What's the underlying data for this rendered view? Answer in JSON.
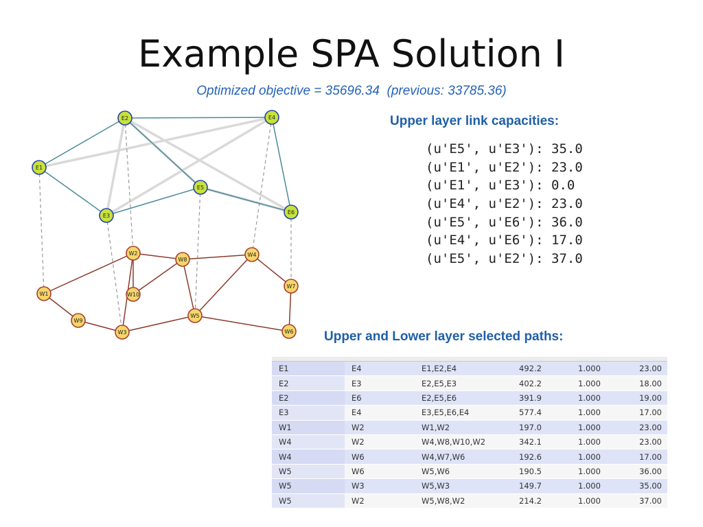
{
  "slide": {
    "title": "Example SPA Solution I",
    "subtitle": "Optimized objective = 35696.34  (previous: 33785.36)"
  },
  "network": {
    "upper_nodes": [
      "E1",
      "E2",
      "E3",
      "E4",
      "E5",
      "E6"
    ],
    "lower_nodes": [
      "W1",
      "W2",
      "W3",
      "W4",
      "W5",
      "W6",
      "W7",
      "W8",
      "W9",
      "W10"
    ],
    "upper_links": [
      [
        "E2",
        "E4"
      ],
      [
        "E1",
        "E2"
      ],
      [
        "E1",
        "E3"
      ],
      [
        "E2",
        "E5"
      ],
      [
        "E3",
        "E5"
      ],
      [
        "E5",
        "E6"
      ],
      [
        "E4",
        "E6"
      ]
    ],
    "upper_logical_links": [
      [
        "E1",
        "E4"
      ],
      [
        "E2",
        "E3"
      ],
      [
        "E2",
        "E6"
      ],
      [
        "E3",
        "E4"
      ],
      [
        "E2",
        "E5"
      ],
      [
        "E5",
        "E6"
      ]
    ],
    "lower_links": [
      [
        "W1",
        "W2"
      ],
      [
        "W1",
        "W9"
      ],
      [
        "W9",
        "W3"
      ],
      [
        "W3",
        "W2"
      ],
      [
        "W3",
        "W5"
      ],
      [
        "W10",
        "W2"
      ],
      [
        "W10",
        "W8"
      ],
      [
        "W2",
        "W8"
      ],
      [
        "W8",
        "W4"
      ],
      [
        "W8",
        "W5"
      ],
      [
        "W4",
        "W5"
      ],
      [
        "W4",
        "W7"
      ],
      [
        "W7",
        "W6"
      ],
      [
        "W5",
        "W6"
      ]
    ],
    "interlayer_links": [
      [
        "E1",
        "W1"
      ],
      [
        "E2",
        "W2"
      ],
      [
        "E3",
        "W3"
      ],
      [
        "E4",
        "W4"
      ],
      [
        "E5",
        "W5"
      ],
      [
        "E6",
        "W7"
      ]
    ],
    "colors": {
      "upper_fill": "#c7e23a",
      "upper_stroke": "#2741a8",
      "lower_fill": "#f5d66a",
      "lower_stroke": "#a8402e",
      "upper_link": "#4a8a9a",
      "lower_link": "#8b3a2a",
      "logical_link": "#d9d9d9",
      "interlayer": "#999999"
    }
  },
  "capacities": {
    "heading": "Upper layer link capacities:",
    "lines": [
      "(u'E5', u'E3'): 35.0",
      "(u'E1', u'E2'): 23.0",
      "(u'E1', u'E3'): 0.0",
      "(u'E4', u'E2'): 23.0",
      "(u'E5', u'E6'): 36.0",
      "(u'E4', u'E6'): 17.0",
      "(u'E5', u'E2'): 37.0"
    ]
  },
  "paths": {
    "heading": "Upper and Lower layer selected paths:",
    "rows": [
      [
        "E1",
        "E4",
        "E1,E2,E4",
        "492.2",
        "1.000",
        "23.00"
      ],
      [
        "E2",
        "E3",
        "E2,E5,E3",
        "402.2",
        "1.000",
        "18.00"
      ],
      [
        "E2",
        "E6",
        "E2,E5,E6",
        "391.9",
        "1.000",
        "19.00"
      ],
      [
        "E3",
        "E4",
        "E3,E5,E6,E4",
        "577.4",
        "1.000",
        "17.00"
      ],
      [
        "W1",
        "W2",
        "W1,W2",
        "197.0",
        "1.000",
        "23.00"
      ],
      [
        "W4",
        "W2",
        "W4,W8,W10,W2",
        "342.1",
        "1.000",
        "23.00"
      ],
      [
        "W4",
        "W6",
        "W4,W7,W6",
        "192.6",
        "1.000",
        "17.00"
      ],
      [
        "W5",
        "W6",
        "W5,W6",
        "190.5",
        "1.000",
        "36.00"
      ],
      [
        "W5",
        "W3",
        "W5,W3",
        "149.7",
        "1.000",
        "35.00"
      ],
      [
        "W5",
        "W2",
        "W5,W8,W2",
        "214.2",
        "1.000",
        "37.00"
      ]
    ]
  }
}
